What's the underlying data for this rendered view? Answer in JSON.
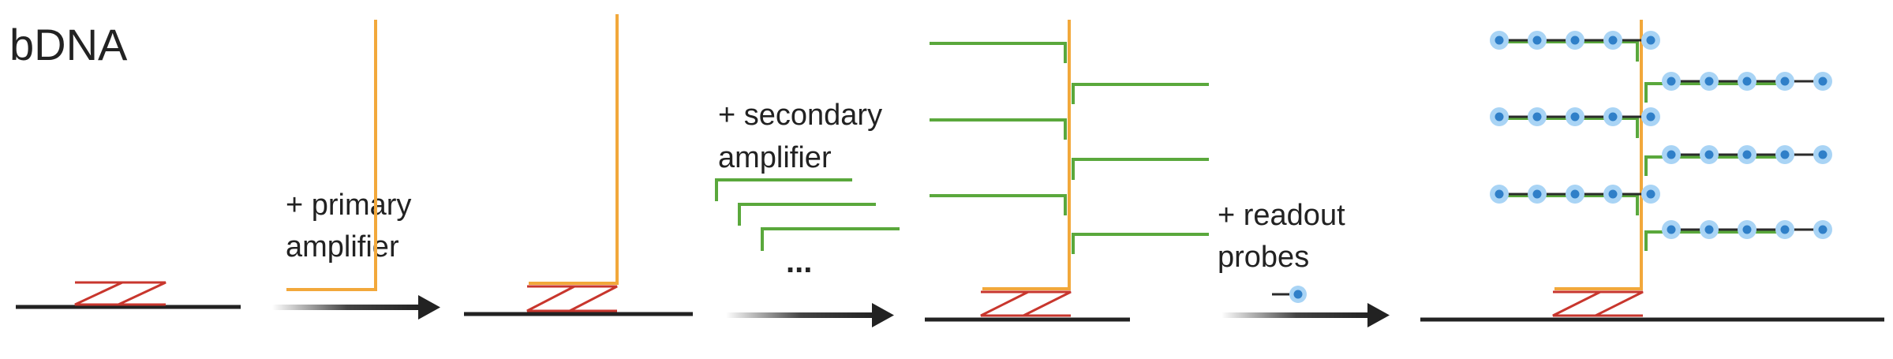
{
  "title": "bDNA",
  "labels": {
    "primary_line1": "+ primary",
    "primary_line2": "amplifier",
    "secondary_line1": "+ secondary",
    "secondary_line2": "amplifier",
    "ellipsis": "...",
    "readout_line1": "+ readout",
    "readout_line2": "probes"
  },
  "colors": {
    "target_strand": "#222222",
    "z_probe": "#c8362d",
    "primary_amplifier": "#f2a83b",
    "secondary_amplifier": "#5aa83c",
    "readout_probe_fill": "#2f7fc8",
    "readout_probe_halo": "#a9d4f5",
    "readout_probe_line": "#2b2b2b",
    "arrow": "#222222"
  },
  "icons": {
    "arrow": "gradient-arrow-icon",
    "readout_probe": "readout-probe-icon"
  }
}
